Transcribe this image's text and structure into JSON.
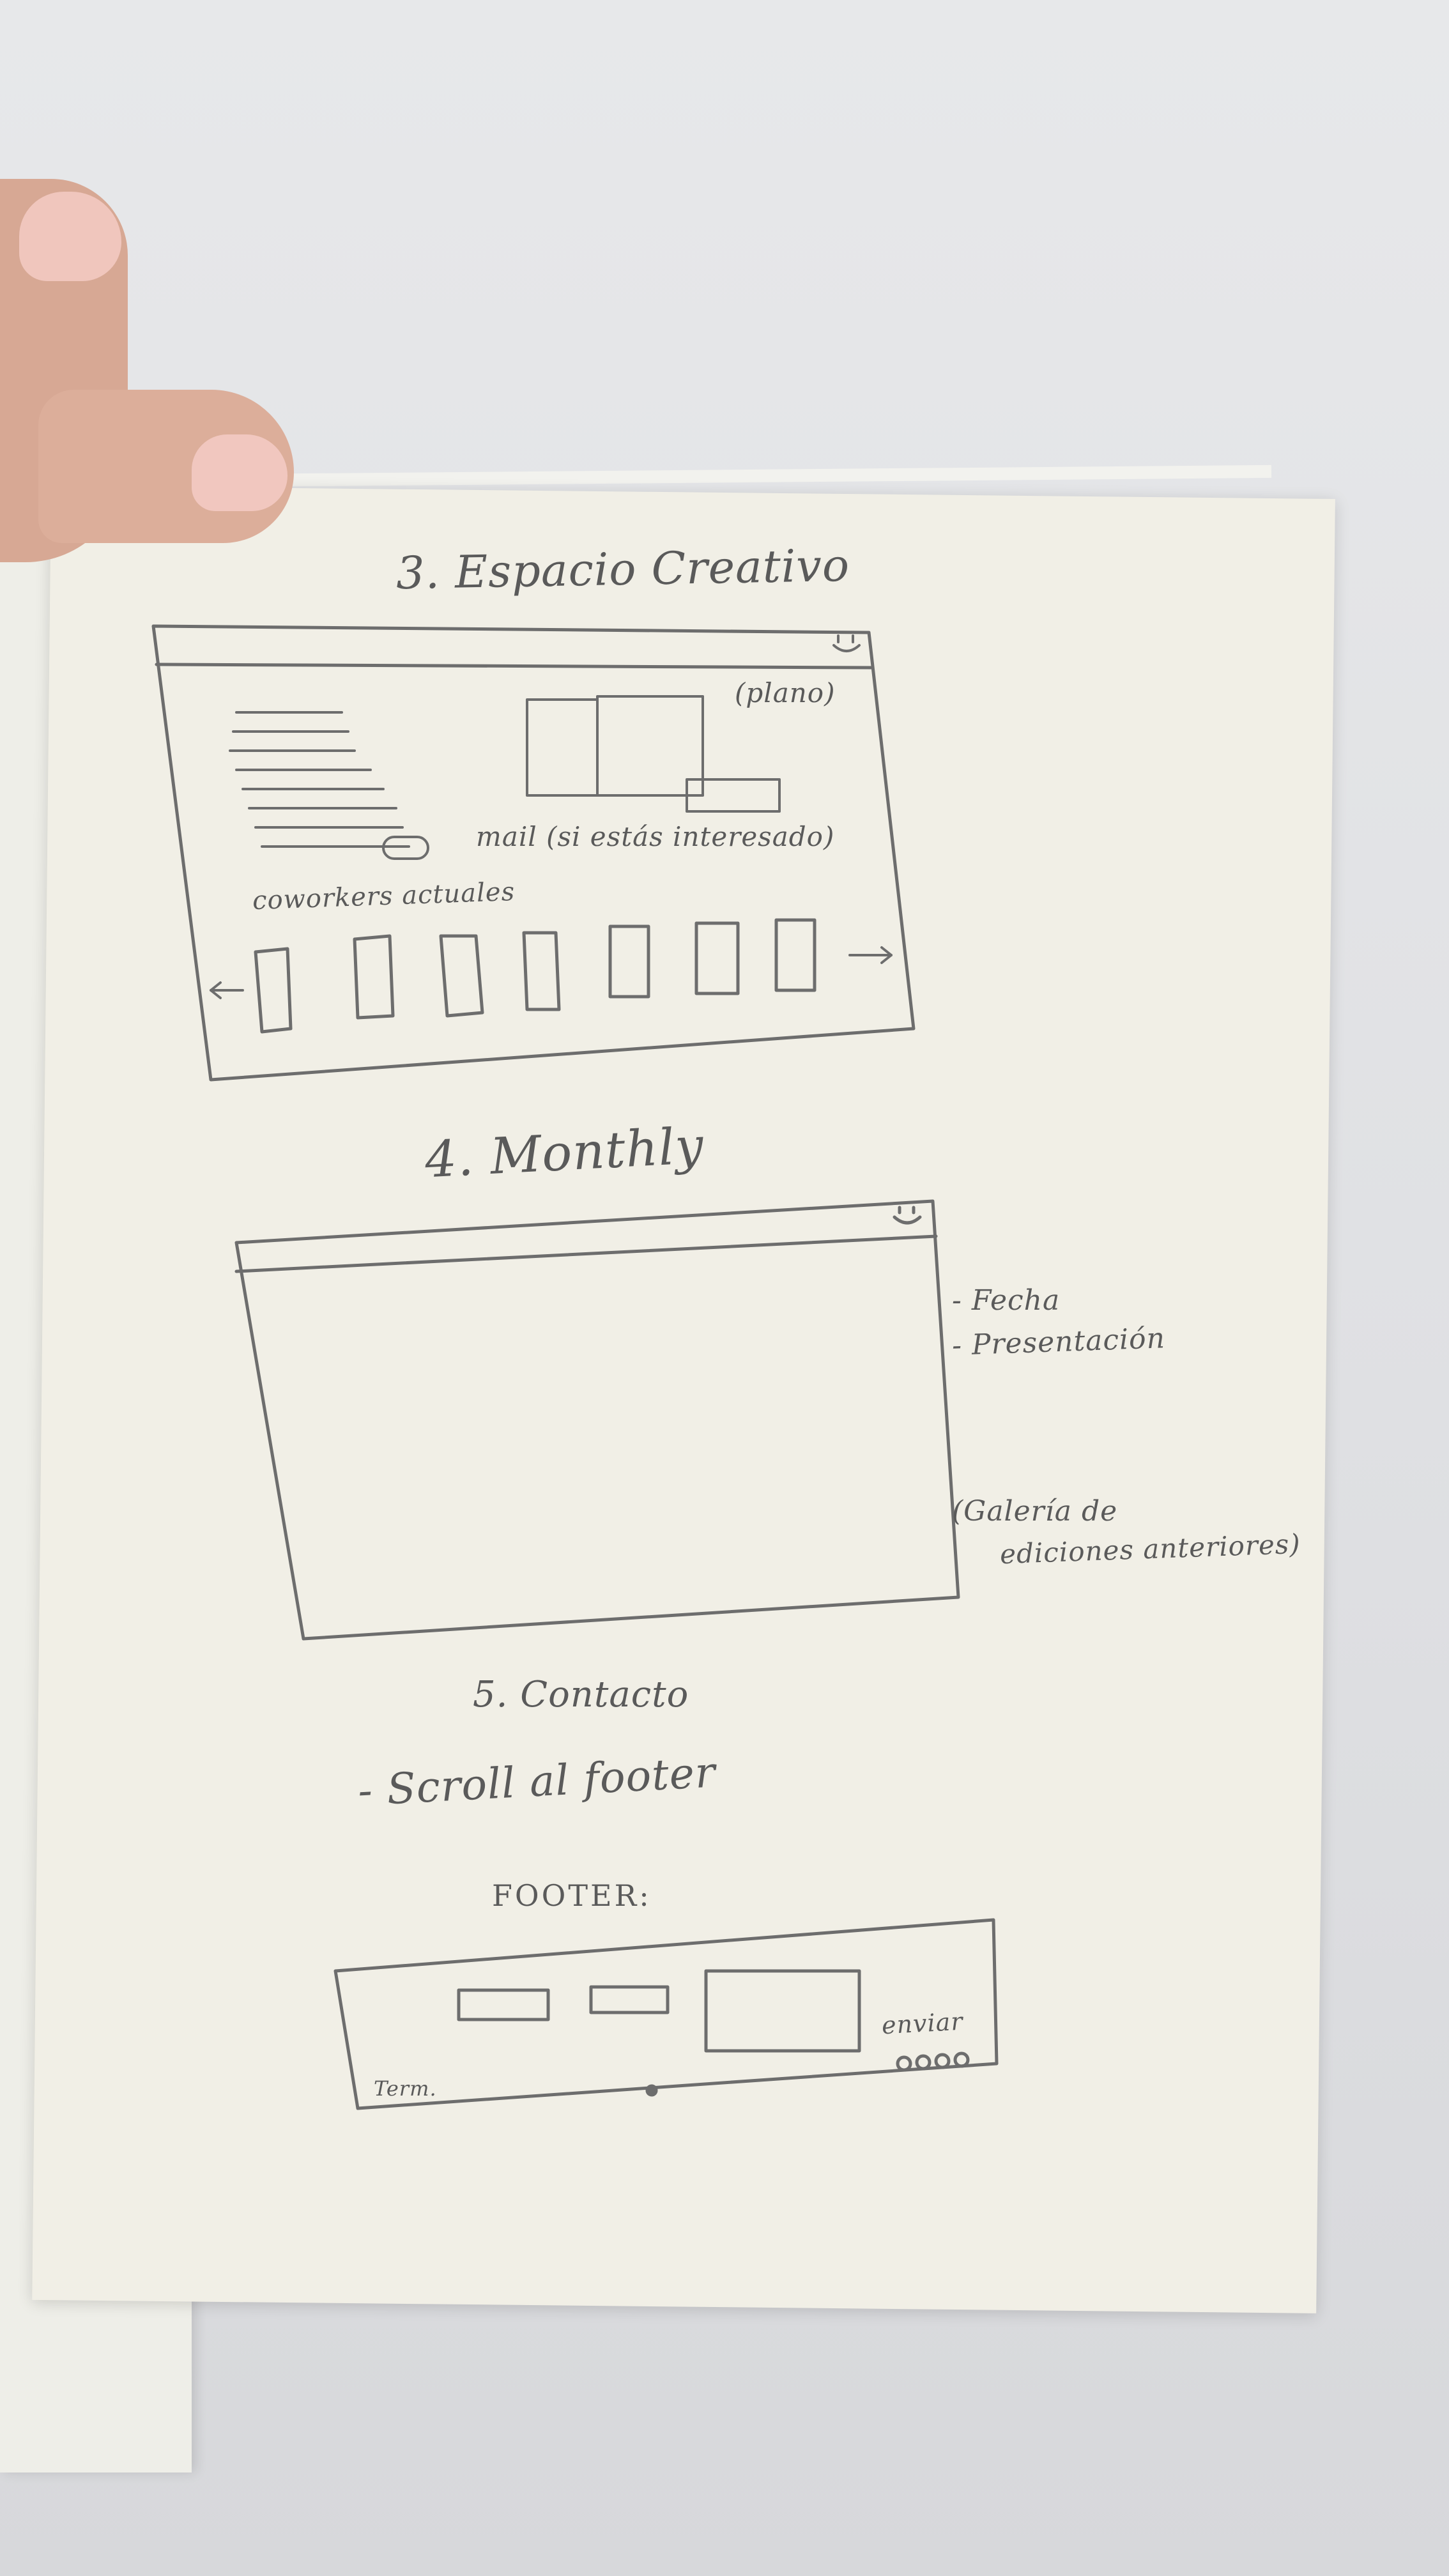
{
  "notebook": {
    "section3": {
      "title": "3. Espacio Creativo",
      "plano_note": "(plano)",
      "mail_note": "mail (si estás interesado)",
      "coworkers_label": "coworkers actuales"
    },
    "section4": {
      "title": "4. Monthly",
      "notes": [
        "- Fecha",
        "- Presentación",
        "(Galería de",
        "ediciones anteriores)"
      ]
    },
    "section5": {
      "title": "5. Contacto",
      "scroll_note": "- Scroll al footer",
      "footer_label": "FOOTER:",
      "footer_send": "enviar",
      "footer_term": "Term."
    }
  }
}
